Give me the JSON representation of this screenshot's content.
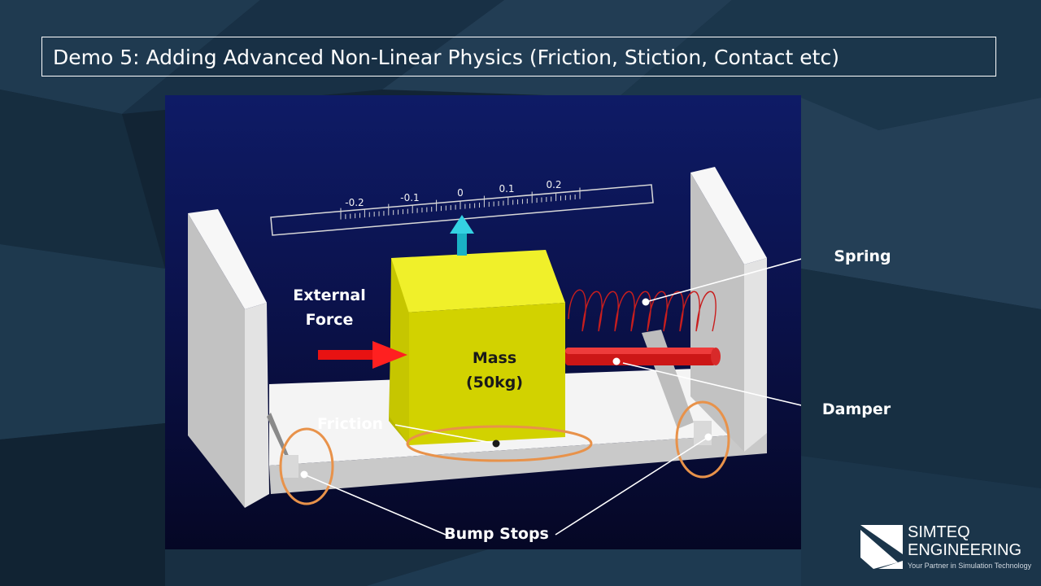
{
  "title": "Demo 5: Adding Advanced Non-Linear Physics (Friction, Stiction, Contact etc)",
  "ruler": {
    "tick_labels": [
      "-0.2",
      "-0.1",
      "0",
      "0.1",
      "0.2"
    ]
  },
  "labels": {
    "external_force": [
      "External",
      "Force"
    ],
    "mass": [
      "Mass",
      "(50kg)"
    ],
    "friction": "Friction",
    "spring": "Spring",
    "damper": "Damper",
    "bump_stops": "Bump Stops"
  },
  "colors": {
    "mass": "#dcdc00",
    "damper": "#d11a1a",
    "spring": "#c81e1e",
    "force_arrow": "#ee1111",
    "indicator_arrow": "#20c4d6",
    "highlight": "#e8924a",
    "frame": "#e4e4e4"
  },
  "logo": {
    "icon": "simteq-logo-icon",
    "line1": "SIMTEQ",
    "line2": "ENGINEERING",
    "tagline": "Your Partner in Simulation Technology"
  }
}
